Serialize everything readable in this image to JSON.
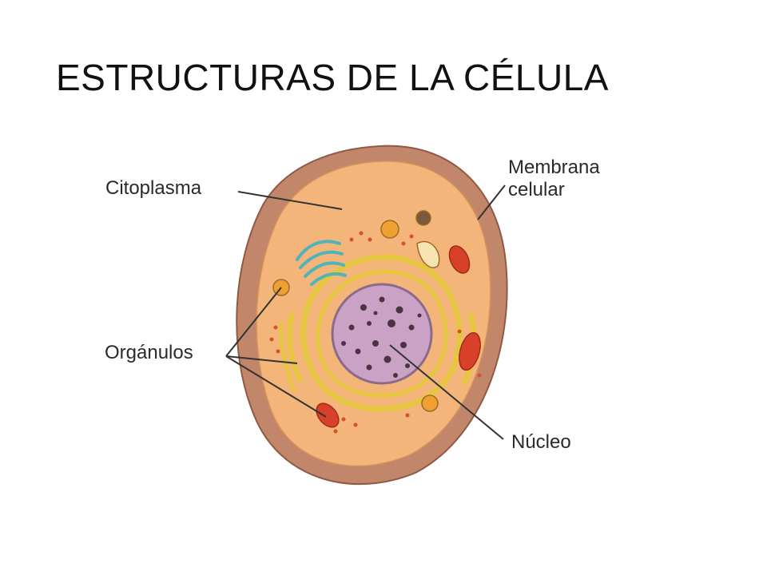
{
  "slide": {
    "title": "ESTRUCTURAS DE LA CÉLULA"
  },
  "labels": {
    "cytoplasm": "Citoplasma",
    "membrane_line1": "Membrana",
    "membrane_line2": "celular",
    "organelles": "Orgánulos",
    "nucleus": "Núcleo"
  },
  "colors": {
    "membrane": "#b97a5e",
    "cytoplasm": "#f2b579",
    "nucleus": "#c9a2c6",
    "endoplasmic_reticulum": "#e8c94a",
    "golgi": "#5ab8bd",
    "mitochondria": "#d9402a",
    "leader_line": "#333333"
  }
}
